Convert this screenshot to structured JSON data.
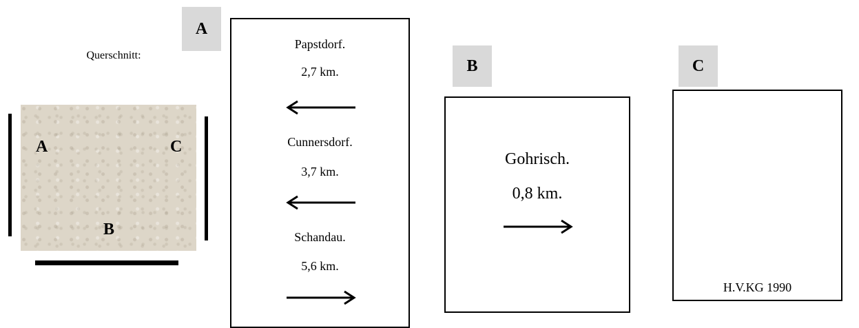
{
  "cross_section": {
    "title": "Querschnitt:",
    "side_a": "A",
    "side_b": "B",
    "side_c": "C"
  },
  "panel_a": {
    "tag": "A",
    "entries": [
      {
        "place": "Papstdorf.",
        "distance": "2,7 km.",
        "direction": "left"
      },
      {
        "place": "Cunnersdorf.",
        "distance": "3,7 km.",
        "direction": "left"
      },
      {
        "place": "Schandau.",
        "distance": "5,6 km.",
        "direction": "right"
      }
    ]
  },
  "panel_b": {
    "tag": "B",
    "place": "Gohrisch.",
    "distance": "0,8 km.",
    "direction": "right"
  },
  "panel_c": {
    "tag": "C",
    "inscription": "H.V.KG 1990"
  }
}
